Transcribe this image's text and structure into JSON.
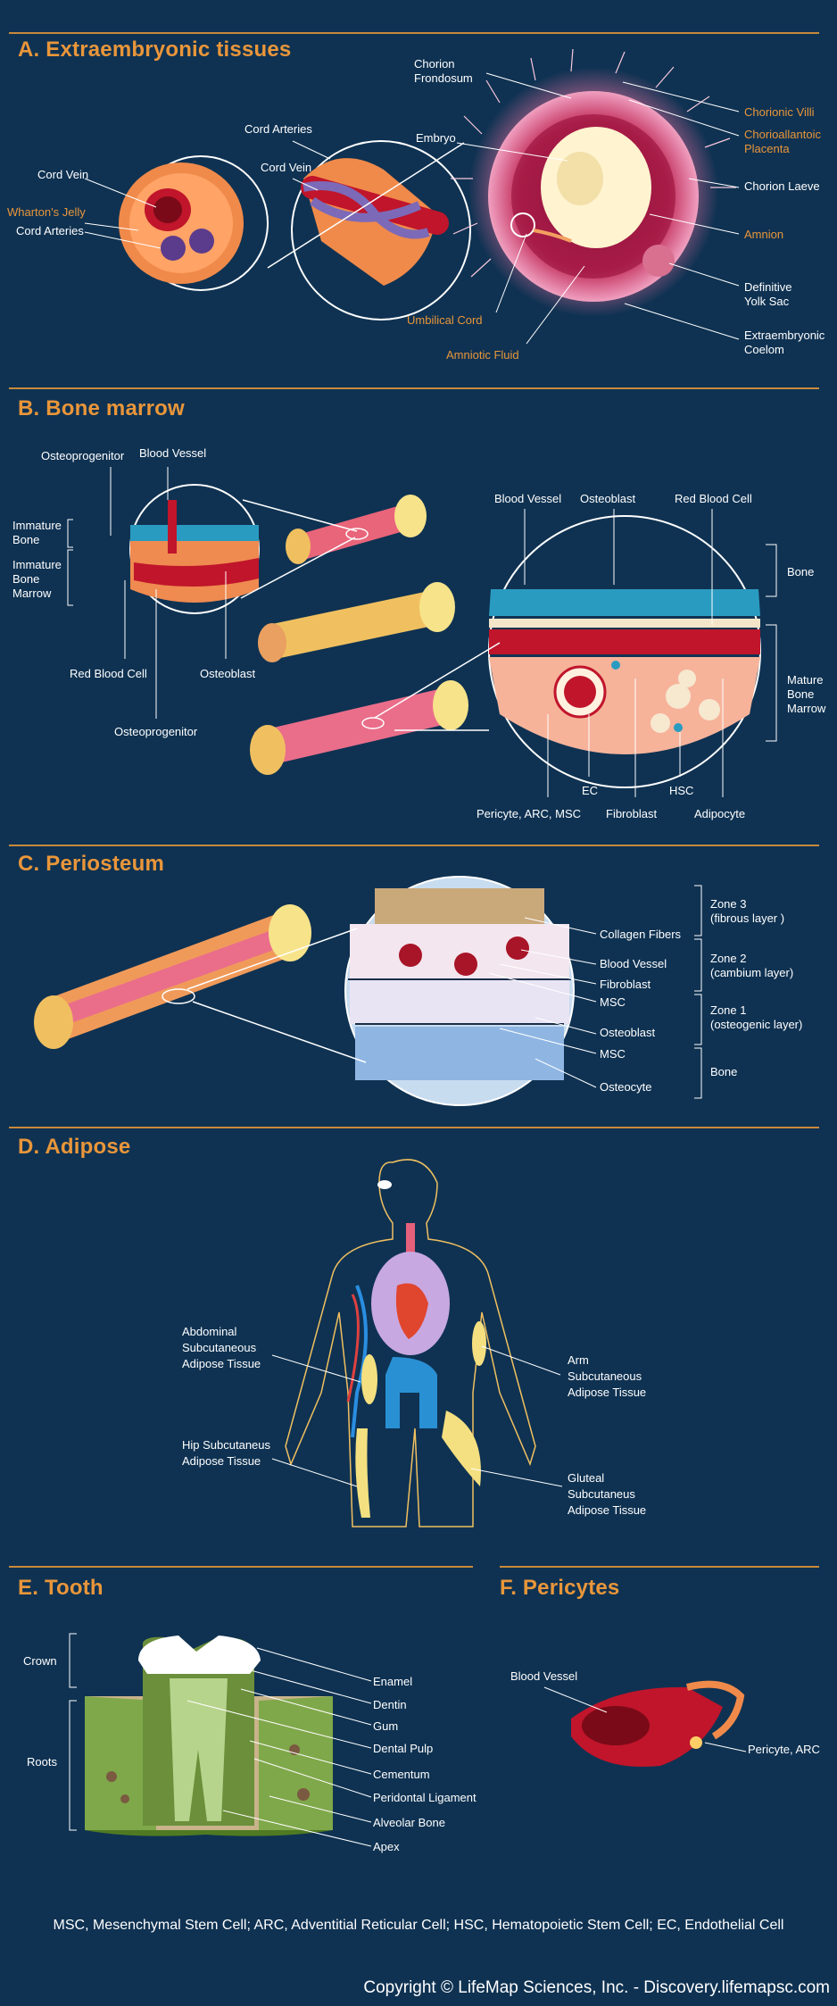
{
  "sections": {
    "a": {
      "title": "A. Extraembryonic tissues",
      "labels": {
        "chorion_frondosum": "Chorion\nFrondosum",
        "chorionic_villi": "Chorionic Villi",
        "chorioallantoic_placenta": "Chorioallantoic\nPlacenta",
        "embryo": "Embryo",
        "chorion_laeve": "Chorion Laeve",
        "amnion": "Amnion",
        "definitive_yolk_sac": "Definitive\nYolk Sac",
        "extraembryonic_coelom": "Extraembryonic\nCoelom",
        "umbilical_cord": "Umbilical Cord",
        "amniotic_fluid": "Amniotic Fluid",
        "cord_arteries_top": "Cord Arteries",
        "cord_vein_mid": "Cord Vein",
        "cord_vein_left": "Cord Vein",
        "whartons_jelly": "Wharton's Jelly",
        "cord_arteries_left": "Cord Arteries"
      }
    },
    "b": {
      "title": "B. Bone marrow",
      "labels": {
        "osteoprogenitor_top": "Osteoprogenitor",
        "blood_vessel_left": "Blood Vessel",
        "immature_bone": "Immature\nBone",
        "immature_bone_marrow": "Immature\nBone\nMarrow",
        "red_blood_cell_left": "Red Blood Cell",
        "osteoblast_left": "Osteoblast",
        "osteoprogenitor_bottom": "Osteoprogenitor",
        "blood_vessel_right": "Blood Vessel",
        "osteoblast_right": "Osteoblast",
        "red_blood_cell_right": "Red Blood Cell",
        "bone": "Bone",
        "mature_bone_marrow": "Mature\nBone\nMarrow",
        "ec": "EC",
        "hsc": "HSC",
        "pericyte_arc_msc": "Pericyte, ARC, MSC",
        "fibroblast": "Fibroblast",
        "adipocyte": "Adipocyte"
      }
    },
    "c": {
      "title": "C. Periosteum",
      "labels": {
        "collagen_fibers": "Collagen Fibers",
        "blood_vessel": "Blood Vessel",
        "fibroblast": "Fibroblast",
        "msc_1": "MSC",
        "osteoblast": "Osteoblast",
        "msc_2": "MSC",
        "osteocyte": "Osteocyte",
        "zone3": "Zone 3\n(fibrous layer )",
        "zone2": "Zone 2\n(cambium layer)",
        "zone1": "Zone 1\n(osteogenic layer)",
        "bone": "Bone"
      }
    },
    "d": {
      "title": "D. Adipose",
      "labels": {
        "abdominal": "Abdominal\nSubcutaneous\nAdipose Tissue",
        "hip": "Hip Subcutaneus\nAdipose Tissue",
        "arm": "Arm\nSubcutaneous\nAdipose Tissue",
        "gluteal": "Gluteal\nSubcutaneus\nAdipose Tissue"
      }
    },
    "e": {
      "title": "E. Tooth",
      "labels": {
        "crown": "Crown",
        "roots": "Roots",
        "enamel": "Enamel",
        "dentin": "Dentin",
        "gum": "Gum",
        "dental_pulp": "Dental Pulp",
        "cementum": "Cementum",
        "peridontal_ligament": "Peridontal Ligament",
        "alveolar_bone": "Alveolar Bone",
        "apex": "Apex"
      }
    },
    "f": {
      "title": "F. Pericytes",
      "labels": {
        "blood_vessel": "Blood Vessel",
        "pericyte_arc": "Pericyte, ARC"
      }
    }
  },
  "footer_note": "MSC, Mesenchymal Stem Cell; ARC, Adventitial Reticular Cell; HSC, Hematopoietic Stem Cell; EC, Endothelial Cell",
  "copyright": "Copyright © LifeMap Sciences, Inc. - Discovery.lifemapsc.com",
  "colors": {
    "background": "#0f3252",
    "accent": "#e9963a",
    "text": "#ffffff"
  }
}
